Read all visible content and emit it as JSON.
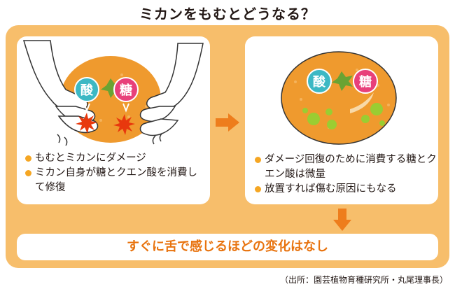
{
  "title": "ミカンをもむとどうなる？",
  "left_card": {
    "badge_acid": "酸",
    "badge_sugar": "糖",
    "bullets": [
      "もむとミカンにダメージ",
      "ミカン自身が糖とクエン酸を消費して修復"
    ]
  },
  "right_card": {
    "badge_acid": "酸",
    "badge_sugar": "糖",
    "bullets": [
      "ダメージ回復のために消費する糖とクエン酸は微量",
      "放置すれば傷む原因にもなる"
    ]
  },
  "conclusion": "すぐに舌で感じるほどの変化はなし",
  "source": "（出所：園芸植物育種研究所・丸尾理事長）",
  "colors": {
    "panel": "#f7be6b",
    "orange_fruit": "#ef9a2e",
    "arrow": "#ee7d1c",
    "bullet": "#f5a623",
    "conclusion_text": "#e8730e",
    "acid_badge": "#3cb8c4",
    "sugar_badge": "#e8407a",
    "burst": "#e8380d",
    "green_spots": "#9acd32"
  },
  "icons": [
    "hands-squeezing-orange-illustration",
    "damage-burst-icon",
    "leaf-icon",
    "arrow-right-icon",
    "arrow-down-icon"
  ]
}
